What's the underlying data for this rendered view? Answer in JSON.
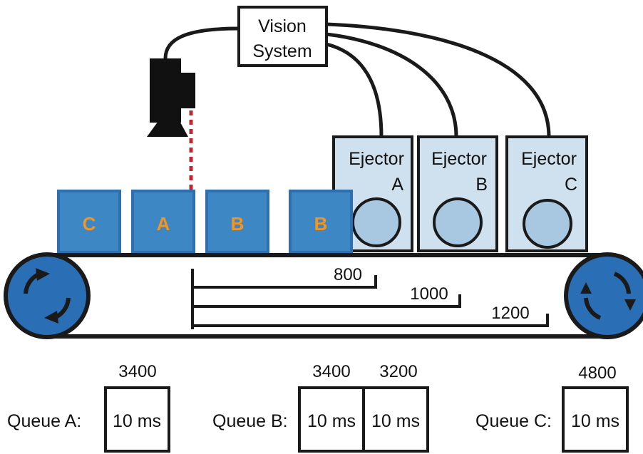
{
  "vision_system": {
    "line1": "Vision",
    "line2": "System"
  },
  "ejectors": [
    {
      "word": "Ejector",
      "letter": "A"
    },
    {
      "word": "Ejector",
      "letter": "B"
    },
    {
      "word": "Ejector",
      "letter": "C"
    }
  ],
  "boxes": [
    "C",
    "A",
    "B",
    "B"
  ],
  "distances": [
    "800",
    "1000",
    "1200"
  ],
  "queues": {
    "a": {
      "label": "Queue A:",
      "times": [
        "3400"
      ],
      "slots": [
        "10 ms"
      ]
    },
    "b": {
      "label": "Queue B:",
      "times": [
        "3400",
        "3200"
      ],
      "slots": [
        "10 ms",
        "10 ms"
      ]
    },
    "c": {
      "label": "Queue C:",
      "times": [
        "4800"
      ],
      "slots": [
        "10 ms"
      ]
    }
  },
  "colors": {
    "box_fill": "#3d87c4",
    "box_stroke": "#2f6fb0",
    "box_text": "#f7941d",
    "ejector_fill": "#cfe0ee",
    "ejector_circle": "#a7c8e0",
    "pulley_fill": "#2a6fb5",
    "laser": "#c0262d",
    "line": "#1a1a1a"
  },
  "icons": {
    "camera": "camera-icon",
    "pulley_rotation": "rotate-arrows-icon"
  }
}
